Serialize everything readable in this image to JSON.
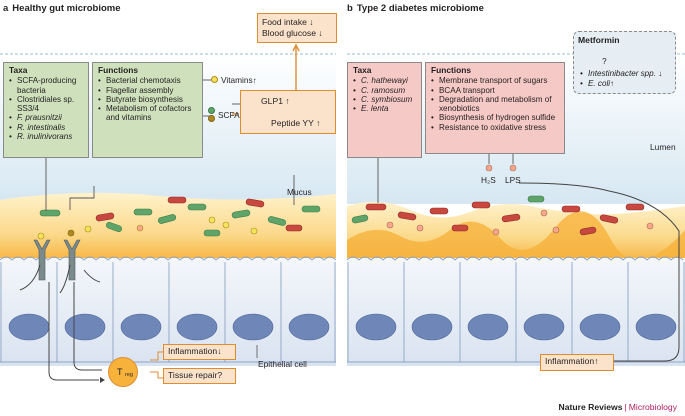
{
  "panel_a": {
    "letter": "a",
    "title": "Healthy gut microbiome",
    "taxa": {
      "heading": "Taxa",
      "items": [
        "SCFA-producing bacteria",
        "Clostridiales sp. SS3/4",
        "F. prausnitzii",
        "R. intestinalis",
        "R. inulinivorans"
      ]
    },
    "functions": {
      "heading": "Functions",
      "items": [
        "Bacterial chemotaxis",
        "Flagellar assembly",
        "Butyrate biosynthesis",
        "Metabolism of cofactors and vitamins"
      ]
    },
    "vitamins": "Vitamins↑",
    "scfas": "SCFAs",
    "glp1": "GLP1 ↑",
    "peptide_yy": "Peptide YY ↑",
    "food_intake": "Food intake ↓",
    "blood_glucose": "Blood glucose ↓",
    "mucus": "Mucus",
    "epithelial_cell": "Epithelial cell",
    "treg": "T",
    "treg_sub": "reg",
    "inflammation": "Inflammation↓",
    "tissue_repair": "Tissue repair?"
  },
  "panel_b": {
    "letter": "b",
    "title": "Type 2 diabetes microbiome",
    "taxa": {
      "heading": "Taxa",
      "items": [
        "C. hathewayi",
        "C. ramosum",
        "C. symbiosum",
        "E. lenta"
      ]
    },
    "functions": {
      "heading": "Functions",
      "items": [
        "Membrane transport of sugars",
        "BCAA transport",
        "Degradation and metabolism of xenobiotics",
        "Biosynthesis of hydrogen sulfide",
        "Resistance to oxidative stress"
      ]
    },
    "h2s": "H₂S",
    "lps": "LPS",
    "lumen": "Lumen",
    "inflammation": "Inflammation↑",
    "metformin": {
      "title": "Metformin",
      "question": "?",
      "items": [
        "Intestinibacter spp. ↓",
        "E. coli↑"
      ]
    }
  },
  "footer": {
    "journal": "Nature Reviews",
    "separator": "|",
    "section": "Microbiology"
  },
  "colors": {
    "lumen": "#dbe9f2",
    "mucus": "#f9c86a",
    "cell": "#e8eef6",
    "nucleus": "#6f86b8",
    "green_box": "#cfe1bc",
    "pink_box": "#f5c9c6",
    "peach_box": "#fbe3cb",
    "arrow_orange": "#e08c33",
    "brand": "#b01c61"
  }
}
